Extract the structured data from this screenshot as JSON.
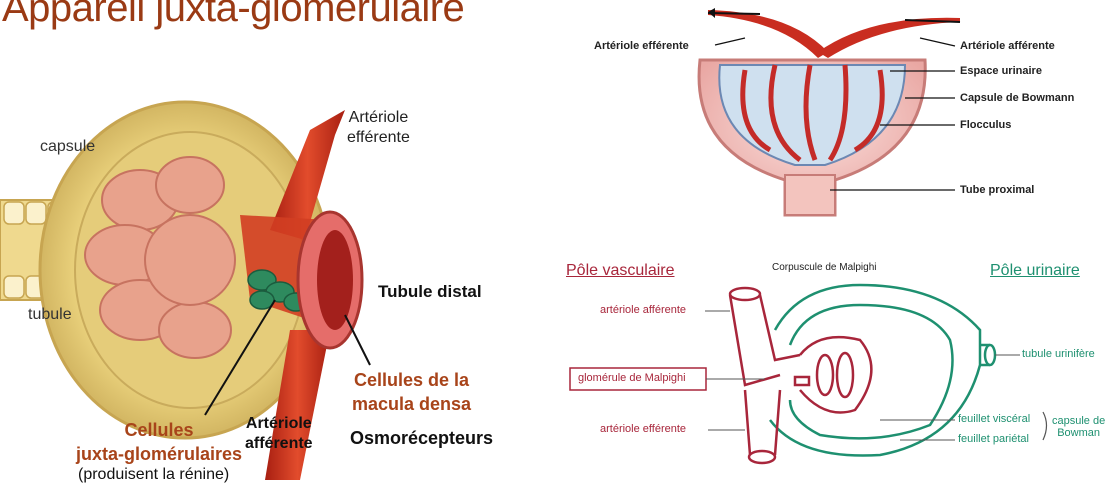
{
  "title": "Appareil juxta-glomérulaire",
  "left": {
    "capsule": "capsule",
    "tubule": "tubule",
    "arteriole_efferente": [
      "Artériole",
      "efférente"
    ],
    "tubule_distal": "Tubule distal",
    "macula": [
      "Cellules de la",
      "macula densa"
    ],
    "osmo": "Osmorécepteurs",
    "arteriole_afferente": [
      "Artériole",
      "afférente"
    ],
    "juxta": [
      "Cellules",
      "juxta-glomérulaires"
    ],
    "renine": "(produisent la rénine)"
  },
  "top_right": {
    "arteriole_efferente": "Artériole efférente",
    "arteriole_afferente": "Artériole afférente",
    "espace_urinaire": "Espace urinaire",
    "capsule_bowmann": "Capsule de Bowmann",
    "flocculus": "Flocculus",
    "tube_proximal": "Tube proximal"
  },
  "bottom_right": {
    "pole_vasculaire": "Pôle vasculaire",
    "corpuscule": "Corpuscule de Malpighi",
    "pole_urinaire": "Pôle urinaire",
    "arteriole_afferente": "artériole afférente",
    "glomerule": "glomérule de Malpighi",
    "arteriole_efferente": "artériole efférente",
    "tubule_urinifere": "tubule urinifère",
    "feuillet_visceral": "feuillet viscéral",
    "feuillet_parietal": "feuillet pariétal",
    "capsule_de": "capsule de",
    "bowman": "Bowman"
  }
}
